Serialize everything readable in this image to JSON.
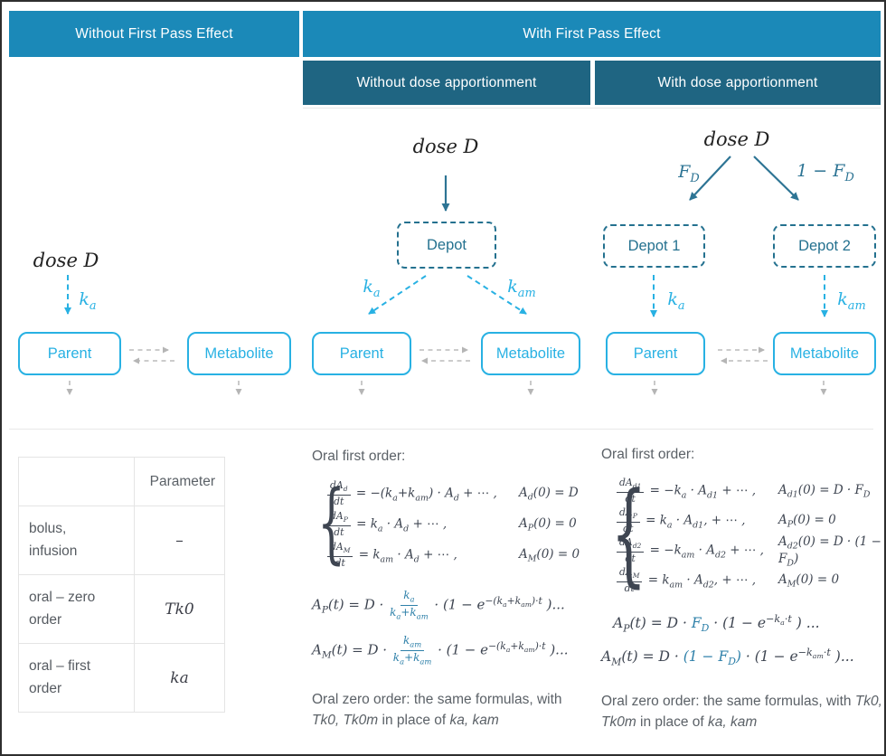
{
  "headers": {
    "top_left": "Without First Pass Effect",
    "top_right": "With First Pass Effect",
    "sub_mid": "Without dose apportionment",
    "sub_right": "With dose apportionment"
  },
  "diagram": {
    "left": {
      "dose": "dose D",
      "ka": "k_{a}",
      "parent": "Parent",
      "metabolite": "Metabolite"
    },
    "mid": {
      "dose": "dose D",
      "depot": "Depot",
      "ka": "k_{a}",
      "kam": "k_{am}",
      "parent": "Parent",
      "metabolite": "Metabolite"
    },
    "right": {
      "dose": "dose D",
      "fd": "F_{D}",
      "one_minus_fd": "1 − F_{D}",
      "depot1": "Depot 1",
      "depot2": "Depot 2",
      "ka": "k_{a}",
      "kam": "k_{am}",
      "parent": "Parent",
      "metabolite": "Metabolite"
    }
  },
  "table": {
    "header_parameter": "Parameter",
    "rows": [
      {
        "label": "bolus,\ninfusion",
        "value": "–"
      },
      {
        "label": "oral – zero\norder",
        "value": "Tk0"
      },
      {
        "label": "oral – first\norder",
        "value": "ka"
      }
    ]
  },
  "mid_col": {
    "heading": "Oral first order:",
    "brace": "{",
    "system": [
      {
        "eq": "@{dA_{d}|dt} = −(k_{a}+k_{am}) · A_{d} + ⋯ ,",
        "cond": "A_{d}(0) = D"
      },
      {
        "eq": "@{dA_{P}|dt} = k_{a} · A_{d} + ⋯ ,",
        "cond": "A_{P}(0) = 0"
      },
      {
        "eq": "@{dA_{M}|dt} = k_{am} · A_{d} + ⋯ ,",
        "cond": "A_{M}(0) = 0"
      }
    ],
    "ap": "A_{P}(t) = D · %{@{k_{a}|k_{a}+k_{am}}} · (1 − e^{−(k_{a}+k_{am})·t} )...",
    "am": "A_{M}(t) = D · %{@{k_{am}|k_{a}+k_{am}}} · (1 − e^{−(k_{a}+k_{am})·t} )...",
    "note": {
      "p1": "Oral zero order: the same formulas, with ",
      "i1": "Tk0, Tk0m",
      "p2": " in place of ",
      "i2": "ka, kam"
    }
  },
  "right_col": {
    "heading": "Oral first order:",
    "brace": "{",
    "system": [
      {
        "eq": "@{dA_{d1}|dt} = −k_{a} · A_{d1} + ⋯ ,",
        "cond": "A_{d1}(0) = D · F_{D}"
      },
      {
        "eq": "@{dA_{P}|dt} = k_{a} · A_{d1}, + ⋯ ,",
        "cond": "A_{P}(0) = 0"
      },
      {
        "eq": "@{dA_{d2}|dt} = −k_{am} · A_{d2} + ⋯ ,",
        "cond": "A_{d2}(0) = D · (1 − F_{D})"
      },
      {
        "eq": "@{dA_{M}|dt} = k_{am} · A_{d2}, + ⋯ ,",
        "cond": "A_{M}(0) = 0"
      }
    ],
    "ap": "A_{P}(t) = D · %{F_{D}} · (1 − e^{−k_{a}·t} ) ...",
    "am": "A_{M}(t) = D · %{(1 − F_{D})} · (1 − e^{−k_{am}·t} )...",
    "note": {
      "p1": "Oral zero order: the same formulas, with ",
      "i1": "Tk0, Tk0m",
      "p2": " in place of ",
      "i2": "ka, kam"
    }
  },
  "colors": {
    "header_top_bg": "#1b89b8",
    "header_sub_bg": "#1f6582",
    "cyan": "#28b1e3",
    "teal": "#2d7494",
    "depot_teal": "#24718f",
    "gray_arrow": "#bcbcbc",
    "formula_blue": "#2e80a9",
    "formula_dark": "#3e4551",
    "text_gray": "#5b6167",
    "dose_dark": "#222222"
  }
}
